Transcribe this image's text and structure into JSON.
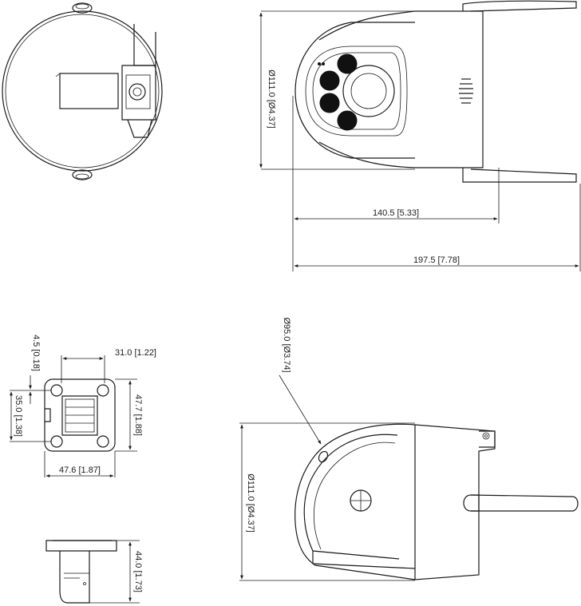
{
  "dimensions": {
    "top_view_height": "Ø111.0 [Ø4.37]",
    "top_view_depth": "140.5 [5.33]",
    "top_view_total": "197.5 [7.78]",
    "mount_offset": "4.5 [0.18]",
    "mount_top_width": "31.0 [1.22]",
    "mount_hole_spacing": "35.0 [1.38]",
    "mount_height": "47.7 [1.88]",
    "mount_width": "47.6 [1.87]",
    "lens_diameter": "Ø95.0 [Ø3.74]",
    "side_view_height": "Ø111.0 [Ø4.37]",
    "bracket_height": "44.0 [1.73]"
  }
}
